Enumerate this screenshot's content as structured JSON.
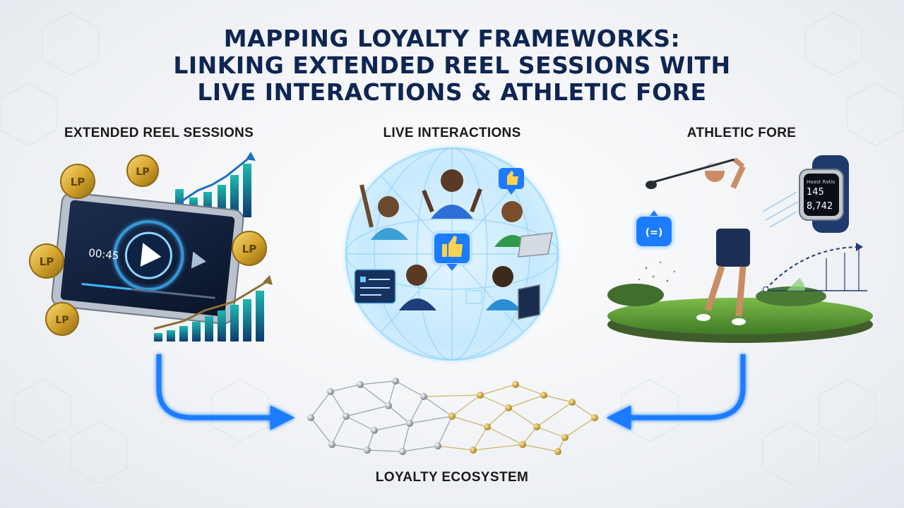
{
  "title": {
    "line1": "MAPPING LOYALTY FRAMEWORKS:",
    "line2": "LINKING EXTENDED REEL SESSIONS WITH",
    "line3": "LIVE INTERACTIONS & ATHLETIC FORE"
  },
  "columns": {
    "reel": {
      "label": "EXTENDED REEL SESSIONS",
      "video_time": "00:45",
      "coin_text": "LP"
    },
    "live": {
      "label": "LIVE INTERACTIONS"
    },
    "athletic": {
      "label": "ATHLETIC FORE",
      "watch_line1": "Haast Ratio",
      "watch_line2": "145",
      "watch_line3": "8,742"
    }
  },
  "ecosystem": {
    "label": "LOYALTY ECOSYSTEM"
  },
  "colors": {
    "title": "#0f2552",
    "arrow": "#1e7bff",
    "glow": "#7fd3ff",
    "gold": "#d6a52e",
    "silver": "#9aa3ad",
    "grass": "#5f9e3a"
  }
}
